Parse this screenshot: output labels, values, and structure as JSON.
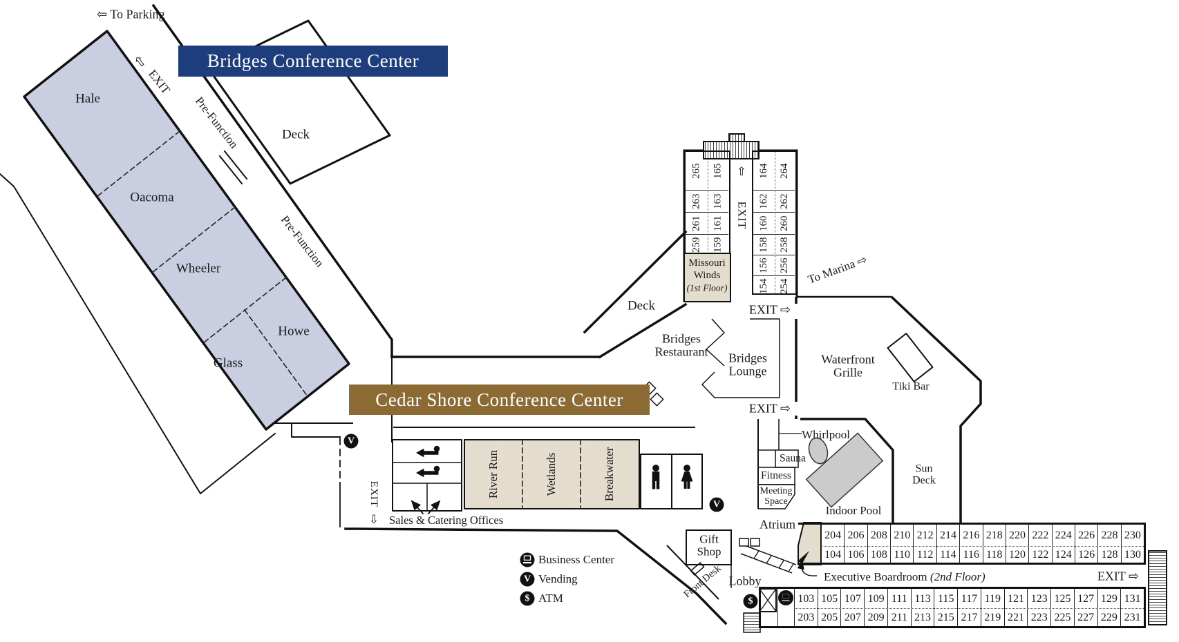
{
  "banners": {
    "bridges": "Bridges Conference Center",
    "cedar": "Cedar Shore Conference Center"
  },
  "t": {
    "exit": "EXIT",
    "to_parking": "To Parking",
    "to_marina": "To Marina",
    "arrow_left": "⇦",
    "arrow_right": "⇨",
    "arrow_up": "⇧",
    "arrow_down": "⇩"
  },
  "west_wing": {
    "rooms": [
      "Hale",
      "Oacoma",
      "Wheeler",
      "Howe",
      "Glass"
    ],
    "pre_function": "Pre-Function",
    "deck": "Deck"
  },
  "north_wing": {
    "col_265": [
      "265",
      "263",
      "261",
      "259"
    ],
    "col_165": [
      "165",
      "163",
      "161",
      "159"
    ],
    "col_164": [
      "164",
      "162",
      "160",
      "158",
      "156",
      "154"
    ],
    "col_264": [
      "264",
      "262",
      "260",
      "258",
      "256",
      "254"
    ],
    "missouri_winds": {
      "line1": "Missouri",
      "line2": "Winds",
      "floor": "(1st Floor)"
    }
  },
  "dining": {
    "restaurant": [
      "Bridges",
      "Restaurant"
    ],
    "lounge": [
      "Bridges",
      "Lounge"
    ],
    "deck": "Deck",
    "waterfront": [
      "Waterfront",
      "Grille"
    ],
    "tiki_bar": "Tiki Bar"
  },
  "recreation": {
    "whirlpool": "Whirlpool",
    "sauna": "Sauna",
    "fitness": "Fitness",
    "meeting_space": [
      "Meeting",
      "Space"
    ],
    "atrium": "Atrium",
    "indoor_pool": "Indoor Pool",
    "sun_deck": [
      "Sun",
      "Deck"
    ]
  },
  "cedar_wing": {
    "rooms": [
      "River Run",
      "Wetlands",
      "Breakwater"
    ],
    "sales_offices": "Sales & Catering Offices"
  },
  "lobby_area": {
    "gift_shop": [
      "Gift",
      "Shop"
    ],
    "front_desk": "Front Desk",
    "lobby": "Lobby",
    "executive_boardroom": "Executive Boardroom",
    "executive_boardroom_floor": "(2nd Floor)"
  },
  "legend": {
    "business_center": "Business Center",
    "vending": "Vending",
    "atm": "ATM",
    "vending_symbol": "V",
    "atm_symbol": "$"
  },
  "east_wing": {
    "row_204": [
      "204",
      "206",
      "208",
      "210",
      "212",
      "214",
      "216",
      "218",
      "220",
      "222",
      "224",
      "226",
      "228",
      "230"
    ],
    "row_104": [
      "104",
      "106",
      "108",
      "110",
      "112",
      "114",
      "116",
      "118",
      "120",
      "122",
      "124",
      "126",
      "128",
      "130"
    ],
    "row_103": [
      "103",
      "105",
      "107",
      "109",
      "111",
      "113",
      "115",
      "117",
      "119",
      "121",
      "123",
      "125",
      "127",
      "129",
      "131"
    ],
    "row_203": [
      "203",
      "205",
      "207",
      "209",
      "211",
      "213",
      "215",
      "217",
      "219",
      "221",
      "223",
      "225",
      "227",
      "229",
      "231"
    ]
  }
}
